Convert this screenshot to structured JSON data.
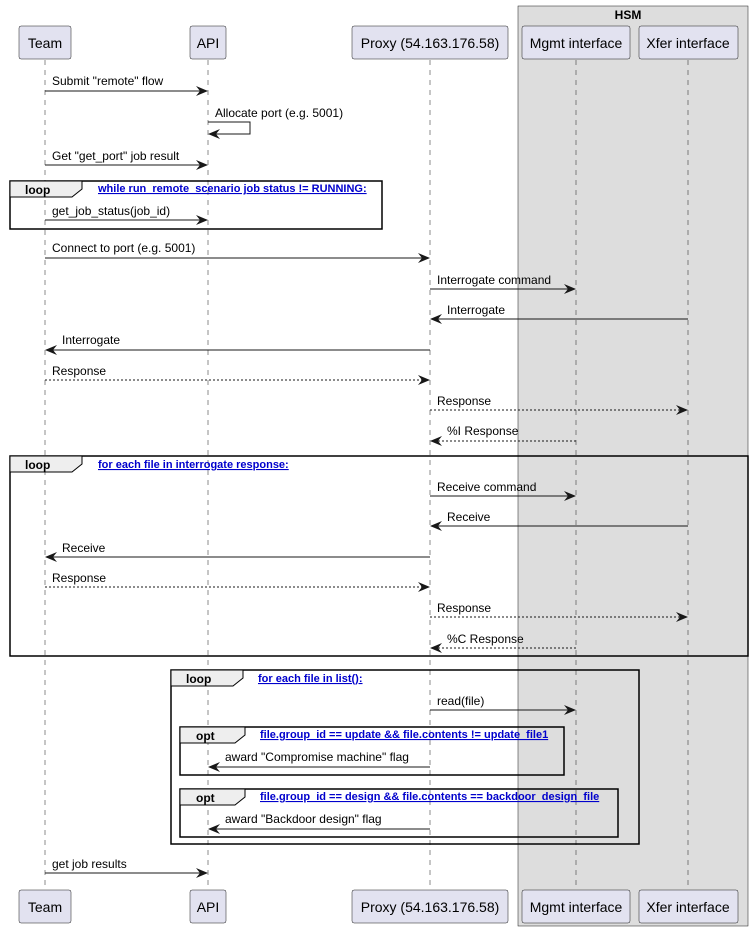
{
  "box": {
    "title": "HSM"
  },
  "participants": [
    {
      "id": "team",
      "label": "Team"
    },
    {
      "id": "api",
      "label": "API"
    },
    {
      "id": "proxy",
      "label": "Proxy (54.163.176.58)"
    },
    {
      "id": "mgmt",
      "label": "Mgmt interface"
    },
    {
      "id": "xfer",
      "label": "Xfer interface"
    }
  ],
  "messages": [
    {
      "from": "team",
      "to": "api",
      "label": "Submit \"remote\" flow"
    },
    {
      "from": "api",
      "to": "api",
      "label": "Allocate port (e.g. 5001)"
    },
    {
      "from": "team",
      "to": "api",
      "label": "Get \"get_port\" job result"
    },
    {
      "from": "team",
      "to": "api",
      "label": "get_job_status(job_id)"
    },
    {
      "from": "team",
      "to": "proxy",
      "label": "Connect to port (e.g. 5001)"
    },
    {
      "from": "proxy",
      "to": "mgmt",
      "label": "Interrogate command"
    },
    {
      "from": "xfer",
      "to": "proxy",
      "label": "Interrogate"
    },
    {
      "from": "proxy",
      "to": "team",
      "label": "Interrogate"
    },
    {
      "from": "team",
      "to": "proxy",
      "label": "Response",
      "dashed": true
    },
    {
      "from": "proxy",
      "to": "xfer",
      "label": "Response",
      "dashed": true
    },
    {
      "from": "mgmt",
      "to": "proxy",
      "label": "%I Response",
      "dashed": true
    },
    {
      "from": "proxy",
      "to": "mgmt",
      "label": "Receive command"
    },
    {
      "from": "xfer",
      "to": "proxy",
      "label": "Receive"
    },
    {
      "from": "proxy",
      "to": "team",
      "label": "Receive"
    },
    {
      "from": "team",
      "to": "proxy",
      "label": "Response",
      "dashed": true
    },
    {
      "from": "proxy",
      "to": "xfer",
      "label": "Response",
      "dashed": true
    },
    {
      "from": "mgmt",
      "to": "proxy",
      "label": "%C Response",
      "dashed": true
    },
    {
      "from": "proxy",
      "to": "mgmt",
      "label": "read(file)"
    },
    {
      "from": "proxy",
      "to": "api",
      "label": "award \"Compromise machine\" flag"
    },
    {
      "from": "proxy",
      "to": "api",
      "label": "award \"Backdoor design\" flag"
    },
    {
      "from": "team",
      "to": "api",
      "label": "get job results"
    }
  ],
  "groups": [
    {
      "kind": "loop",
      "condition": "while run_remote_scenario job status != RUNNING:"
    },
    {
      "kind": "loop",
      "condition": "for each file in interrogate response:"
    },
    {
      "kind": "loop",
      "condition": "for each file in list():"
    },
    {
      "kind": "opt",
      "condition": "file.group_id == update && file.contents != update_file1"
    },
    {
      "kind": "opt",
      "condition": "file.group_id == design && file.contents == backdoor_design_file"
    }
  ],
  "colors": {
    "participant_fill": "#e2e2f0",
    "participant_border": "#181818",
    "box_fill": "#dddddd",
    "lifeline": "#181818",
    "condition_text": "#0000cc"
  }
}
